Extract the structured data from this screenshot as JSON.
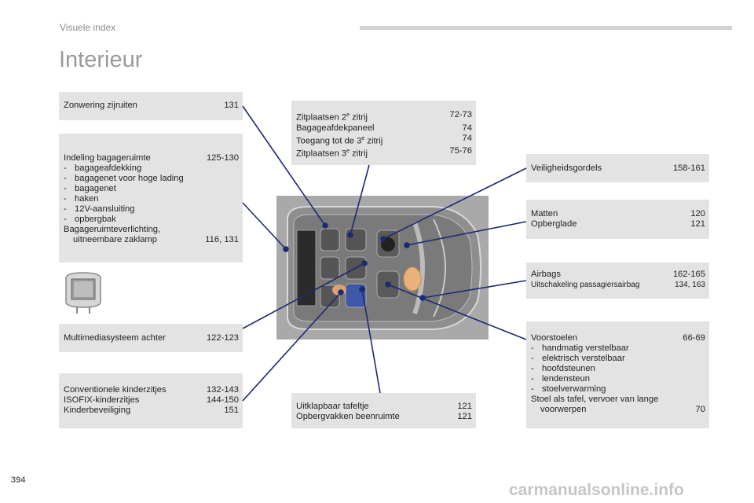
{
  "header": {
    "section": "Visuele index"
  },
  "page": {
    "title": "Interieur",
    "number": "394"
  },
  "watermark": "carmanualsonline.info",
  "colors": {
    "box_bg": "#e3e3e3",
    "leader_line": "#1e2a6e",
    "title": "#9a9a9a"
  },
  "boxes": {
    "zonwering": {
      "label": "Zonwering zijruiten",
      "pages": "131"
    },
    "indeling": {
      "label": "Indeling bagageruimte",
      "pages": "125-130",
      "items": [
        "bagageafdekking",
        "bagagenet voor hoge lading",
        "bagagenet",
        "haken",
        "12V-aansluiting",
        "opbergbak"
      ],
      "extra_line1": "Bagageruimteverlichting,",
      "extra_line2": "uitneembare zaklamp",
      "extra_pages": "116, 131"
    },
    "multimedia": {
      "label": "Multimediasysteem achter",
      "pages": "122-123"
    },
    "kinderzitjes": {
      "rows": [
        {
          "label": "Conventionele kinderzitjes",
          "pages": "132-143"
        },
        {
          "label": "ISOFIX-kinderzitjes",
          "pages": "144-150"
        },
        {
          "label": "Kinderbeveiliging",
          "pages": "151"
        }
      ]
    },
    "zitplaatsen": {
      "rows": [
        {
          "pre": "Zitplaatsen 2",
          "sup": "e",
          "post": " zitrij",
          "pages": "72-73"
        },
        {
          "pre": "Bagageafdekpaneel",
          "sup": "",
          "post": "",
          "pages": "74"
        },
        {
          "pre": "Toegang tot de 3",
          "sup": "e",
          "post": " zitrij",
          "pages": "74"
        },
        {
          "pre": "Zitplaatsen 3",
          "sup": "e",
          "post": " zitrij",
          "pages": "75-76"
        }
      ]
    },
    "tafeltje": {
      "rows": [
        {
          "label": "Uitklapbaar tafeltje",
          "pages": "121"
        },
        {
          "label": "Opbergvakken beenruimte",
          "pages": "121"
        }
      ]
    },
    "gordels": {
      "label": "Veiligheidsgordels",
      "pages": "158-161"
    },
    "matten": {
      "rows": [
        {
          "label": "Matten",
          "pages": "120"
        },
        {
          "label": "Opberglade",
          "pages": "121"
        }
      ]
    },
    "airbags": {
      "label": "Airbags",
      "pages": "162-165",
      "sub_label": "Uitschakeling passagiersairbag",
      "sub_pages": "134, 163"
    },
    "voorstoelen": {
      "label": "Voorstoelen",
      "pages": "66-69",
      "items": [
        "handmatig verstelbaar",
        "elektrisch verstelbaar",
        "hoofdsteunen",
        "lendensteun",
        "stoelverwarming"
      ],
      "extra_line1": "Stoel als tafel, vervoer van lange",
      "extra_line2": "voorwerpen",
      "extra_pages": "70"
    }
  }
}
